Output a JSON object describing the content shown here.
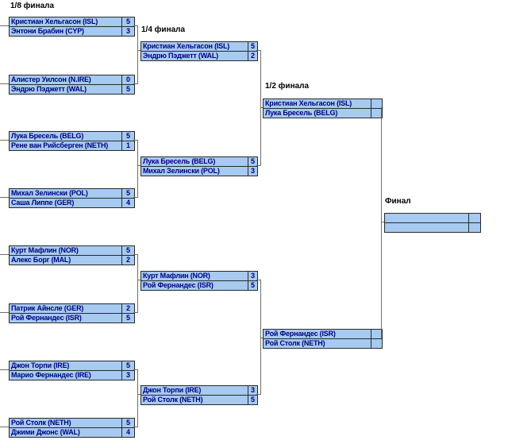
{
  "colors": {
    "box_fill": "#A6CAF0",
    "box_border": "#2a2a2a",
    "player_text": "#00007F",
    "header_text": "#000000",
    "connector_line": "#6e6e6e",
    "background": "#ffffff"
  },
  "rounds": [
    {
      "label": "1/8 финала",
      "matches": [
        {
          "p1": {
            "name": "Кристиан Хельгасон (ISL)",
            "score": "5"
          },
          "p2": {
            "name": "Энтони Брабин (CYP)",
            "score": "3"
          }
        },
        {
          "p1": {
            "name": "Алистер Уилсон (N.IRE)",
            "score": "0"
          },
          "p2": {
            "name": "Эндрю Пэджетт (WAL)",
            "score": "5"
          }
        },
        {
          "p1": {
            "name": "Лука Бресель (BELG)",
            "score": "5"
          },
          "p2": {
            "name": "Рене ван Рийсберген (NETH)",
            "score": "1"
          }
        },
        {
          "p1": {
            "name": "Михал Зелински (POL)",
            "score": "5"
          },
          "p2": {
            "name": "Саша Липпе (GER)",
            "score": "4"
          }
        },
        {
          "p1": {
            "name": "Курт Мафлин (NOR)",
            "score": "5"
          },
          "p2": {
            "name": "Алекс Борг (MAL)",
            "score": "2"
          }
        },
        {
          "p1": {
            "name": "Патрик Айнсле (GER)",
            "score": "2"
          },
          "p2": {
            "name": "Рой Фернандес (ISR)",
            "score": "5"
          }
        },
        {
          "p1": {
            "name": "Джон Торпи (IRE)",
            "score": "5"
          },
          "p2": {
            "name": "Марио Фернандес (IRE)",
            "score": "3"
          }
        },
        {
          "p1": {
            "name": "Рой Столк (NETH)",
            "score": "5"
          },
          "p2": {
            "name": "Джими Джонс (WAL)",
            "score": "4"
          }
        }
      ]
    },
    {
      "label": "1/4 финала",
      "matches": [
        {
          "p1": {
            "name": "Кристиан Хельгасон (ISL)",
            "score": "5"
          },
          "p2": {
            "name": "Эндрю Пэджетт (WAL)",
            "score": "2"
          }
        },
        {
          "p1": {
            "name": "Лука Бресель (BELG)",
            "score": "5"
          },
          "p2": {
            "name": "Михал Зелински (POL)",
            "score": "3"
          }
        },
        {
          "p1": {
            "name": "Курт Мафлин (NOR)",
            "score": "3"
          },
          "p2": {
            "name": "Рой Фернандес (ISR)",
            "score": "5"
          }
        },
        {
          "p1": {
            "name": "Джон Торпи (IRE)",
            "score": "3"
          },
          "p2": {
            "name": "Рой Столк (NETH)",
            "score": "5"
          }
        }
      ]
    },
    {
      "label": "1/2 финала",
      "matches": [
        {
          "p1": {
            "name": "Кристиан Хельгасон (ISL)",
            "score": ""
          },
          "p2": {
            "name": "Лука Бресель (BELG)",
            "score": ""
          }
        },
        {
          "p1": {
            "name": "Рой Фернандес (ISR)",
            "score": ""
          },
          "p2": {
            "name": "Рой Столк (NETH)",
            "score": ""
          }
        }
      ]
    },
    {
      "label": "Финал",
      "matches": [
        {
          "p1": {
            "name": "",
            "score": ""
          },
          "p2": {
            "name": "",
            "score": ""
          }
        }
      ]
    }
  ]
}
